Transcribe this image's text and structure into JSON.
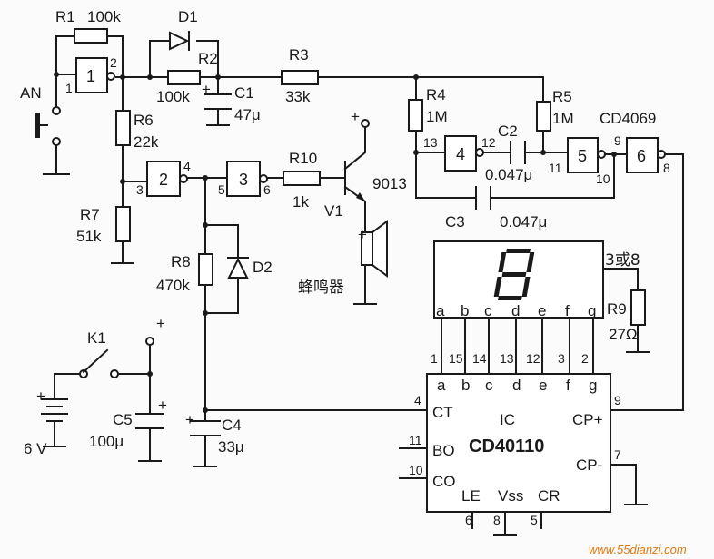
{
  "components": {
    "r1": "R1",
    "r1_val": "100k",
    "d1": "D1",
    "r2": "R2",
    "r2_val": "100k",
    "r3": "R3",
    "r3_val": "33k",
    "r4": "R4",
    "r4_val": "1M",
    "r5": "R5",
    "r5_val": "1M",
    "r6": "R6",
    "r6_val": "22k",
    "r7": "R7",
    "r7_val": "51k",
    "r8": "R8",
    "r8_val": "470k",
    "r9": "R9",
    "r9_val": "27Ω",
    "r10": "R10",
    "r10_val": "1k",
    "c1": "C1",
    "c1_val": "47μ",
    "c2": "C2",
    "c2_val": "0.047μ",
    "c3": "C3",
    "c3_val": "0.047μ",
    "c4": "C4",
    "c4_val": "33μ",
    "c5": "C5",
    "c5_val": "100μ",
    "d2": "D2",
    "v1": "V1",
    "v1_type": "9013",
    "an": "AN",
    "k1": "K1",
    "battery": "6 V",
    "buzzer": "蜂鸣器",
    "ic_6": "CD4069",
    "display_pin": "3或8",
    "plus": "+"
  },
  "gates": [
    "1",
    "2",
    "3",
    "4",
    "5",
    "6"
  ],
  "gate_pins": {
    "g1_in": "1",
    "g1_out": "2",
    "g2_in": "3",
    "g2_out": "4",
    "g3_in": "5",
    "g3_out": "6",
    "g4_in": "13",
    "g4_out": "12",
    "g5_in": "11",
    "g5_out": "10",
    "g6_in": "9",
    "g6_out": "8"
  },
  "display": {
    "segments": [
      "a",
      "b",
      "c",
      "d",
      "e",
      "f",
      "g"
    ]
  },
  "ic": {
    "label": "IC",
    "part": "CD40110",
    "top_pins": [
      "1",
      "15",
      "14",
      "13",
      "12",
      "3",
      "2"
    ],
    "top_labels": [
      "a",
      "b",
      "c",
      "d",
      "e",
      "f",
      "g"
    ],
    "ct": "CT",
    "ct_pin": "4",
    "bo": "BO",
    "bo_pin": "11",
    "co": "CO",
    "co_pin": "10",
    "cp_plus": "CP+",
    "cp_plus_pin": "9",
    "cp_minus": "CP-",
    "cp_minus_pin": "7",
    "le": "LE",
    "le_pin": "6",
    "vss": "Vss",
    "vss_pin": "8",
    "cr": "CR",
    "cr_pin": "5"
  },
  "watermark": "www.55dianzi.com"
}
